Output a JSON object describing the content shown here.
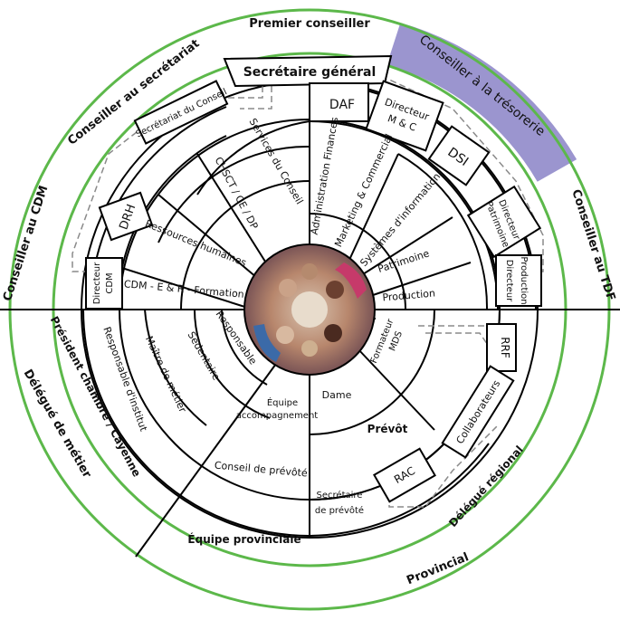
{
  "colors": {
    "green": "#5cb84a",
    "highlight": "#9b95cf",
    "line": "#000000",
    "dash": "#8a8a8a"
  },
  "outer_ring": {
    "premier_conseiller": "Premier conseiller",
    "conseiller_tresorerie": "Conseiller à la trésorerie",
    "conseiller_tdf": "Conseiller au TDF",
    "provincial": "Provincial",
    "delegue_metier": "Délégué de métier",
    "conseiller_cdm": "Conseiller au CDM",
    "conseiller_secretariat": "Conseiller au secrétariat"
  },
  "middle_ring": {
    "secretaire_general": "Secrétaire général",
    "delegue_regional": "Délégué régional",
    "president_chambre": "Président chambre / Cayenne"
  },
  "boxes": {
    "secretariat_conseil": "Secrétariat du Conseil",
    "daf": "DAF",
    "directeur_mc_1": "Directeur",
    "directeur_mc_2": "M & C",
    "dsi": "DSI",
    "directeur_patrimoine_1": "Directeur",
    "directeur_patrimoine_2": "Patrimoine",
    "directeur_production_1": "Directeur",
    "directeur_production_2": "Production",
    "drh": "DRH",
    "directeur_cdm_1": "Directeur",
    "directeur_cdm_2": "CDM",
    "rrf": "RRF",
    "collaborateurs": "Collaborateurs",
    "rac": "RAC"
  },
  "inner_ring": {
    "services_conseil": "Services du Conseil",
    "administration_finances": "Administration Finances",
    "marketing_commercial": "Marketing & Commercial",
    "systemes_information": "Systèmes d'information",
    "patrimoine": "Patrimoine",
    "production": "Production",
    "chsct": "CHSCT / CE / DP",
    "ressources_humaines": "Ressources humaines",
    "cdm_formation": "CDM - E & R - Formation",
    "responsable_institut": "Responsable d'institut",
    "maitre_metier": "Maître de métier",
    "sedentaire": "Sédentaire",
    "responsable": "Responsable",
    "equipe_accompagnement_1": "Équipe",
    "equipe_accompagnement_2": "accompagnement",
    "conseil_prevote": "Conseil de prévôté",
    "equipe_provinciale": "Équipe provinciale",
    "dame": "Dame",
    "prevot": "Prévôt",
    "formateur_mds_1": "Formateur",
    "formateur_mds_2": "MDS",
    "secretaire_prevote_1": "Secrétaire",
    "secretaire_prevote_2": "de prévôté"
  }
}
